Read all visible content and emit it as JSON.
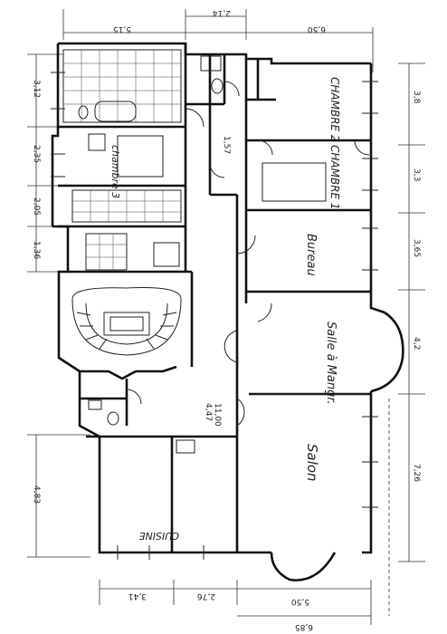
{
  "rooms": {
    "chambre_2": "CHAMBRE 2",
    "chambre_1": "CHAMBRE 1",
    "chambre_3": "chambre 3",
    "bureau": "Bureau",
    "salle_a_manger": "Salle à Mangr.",
    "salon": "Salon",
    "cuisine": "CUISINE"
  },
  "dimensions": {
    "top_left": "5,15",
    "top_mid": "2,14",
    "top_right": "6,50",
    "left_1": "3,12",
    "left_2": "2,35",
    "left_3": "2,05",
    "left_4": "1,36",
    "left_5": "4,83",
    "right_1": "3,8",
    "right_2": "3,3",
    "right_3": "3,65",
    "right_4": "4,2",
    "right_5": "7,26",
    "bottom_1": "3,41",
    "bottom_2": "2,76",
    "bottom_3": "5,50",
    "bottom_total": "6,85",
    "corridor_a": "4,47",
    "corridor_b": "11,00",
    "corridor_c": "1,57"
  }
}
